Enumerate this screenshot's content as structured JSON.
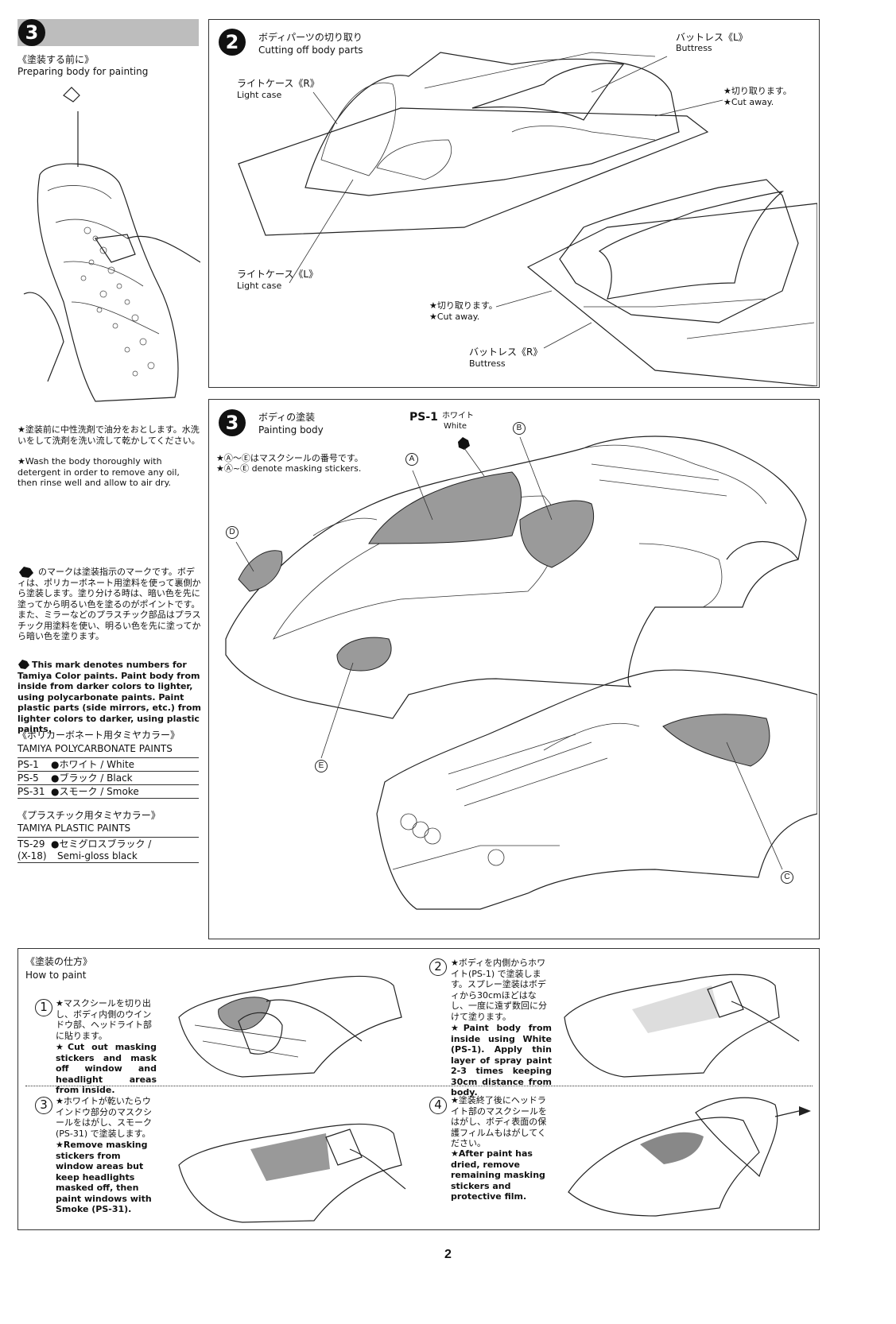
{
  "left": {
    "step_number": "3",
    "section_jp": "《塗装する前に》",
    "section_en": "Preparing body for painting",
    "wash_jp": "★塗装前に中性洗剤で油分をおとします。水洗いをして洗剤を洗い流して乾かしてください。",
    "wash_en": "★Wash the body thoroughly with detergent in order to remove any oil, then rinse well and allow to air dry.",
    "mark_jp": "のマークは塗装指示のマークです。ボディは、ポリカーボネート用塗料を使って裏側から塗装します。塗り分ける時は、暗い色を先に塗ってから明るい色を塗るのがポイントです。また、ミラーなどのプラスチック部品はプラスチック用塗料を使い、明るい色を先に塗ってから暗い色を塗ります。",
    "mark_en": "This mark denotes numbers for Tamiya Color paints. Paint body from inside from darker colors to lighter, using polycarbonate paints. Paint plastic parts (side mirrors, etc.) from lighter colors to darker, using plastic paints.",
    "poly_jp": "《ポリカーボネート用タミヤカラー》",
    "poly_en": "TAMIYA POLYCARBONATE PAINTS",
    "poly_paints": [
      {
        "code": "PS-1",
        "name": "●ホワイト / White"
      },
      {
        "code": "PS-5",
        "name": "●ブラック / Black"
      },
      {
        "code": "PS-31",
        "name": "●スモーク / Smoke"
      }
    ],
    "plastic_jp": "《プラスチック用タミヤカラー》",
    "plastic_en": "TAMIYA PLASTIC PAINTS",
    "plastic_code1": "TS-29",
    "plastic_code2": "(X-18)",
    "plastic_name_jp": "●セミグロスブラック /",
    "plastic_name_en": "Semi-gloss black"
  },
  "step2": {
    "number": "2",
    "title_jp": "ボディパーツの切り取り",
    "title_en": "Cutting off body parts",
    "light_r_jp": "ライトケース《R》",
    "light_r_en": "Light case",
    "light_l_jp": "ライトケース《L》",
    "light_l_en": "Light case",
    "buttress_l_jp": "バットレス《L》",
    "buttress_l_en": "Buttress",
    "buttress_r_jp": "バットレス《R》",
    "buttress_r_en": "Buttress",
    "cut1_jp": "★切り取ります。",
    "cut1_en": "★Cut away.",
    "cut2_jp": "★切り取ります。",
    "cut2_en": "★Cut away."
  },
  "step3": {
    "number": "3",
    "title_jp": "ボディの塗装",
    "title_en": "Painting body",
    "note_jp": "★Ⓐ〜Ⓔはマスクシールの番号です。",
    "note_en": "★Ⓐ~Ⓔ denote masking stickers.",
    "paint_code": "PS-1",
    "paint_jp": "ホワイト",
    "paint_en": "White",
    "labels": [
      "A",
      "B",
      "C",
      "D",
      "E"
    ]
  },
  "how": {
    "title_jp": "《塗装の仕方》",
    "title_en": "How to paint",
    "steps": [
      {
        "num": "1",
        "jp": "★マスクシールを切り出し、ボディ内側のウインドウ部、ヘッドライト部に貼ります。",
        "en": "★Cut out masking stickers and mask off window and headlight areas from inside."
      },
      {
        "num": "2",
        "jp": "★ボディを内側からホワイト(PS-1) で塗装します。スプレー塗装はボディから30cmほどはなし、一度に遠ず数回に分けて塗ります。",
        "en": "★Paint body from inside using White (PS-1). Apply thin layer of spray paint 2-3 times keeping 30cm distance from body."
      },
      {
        "num": "3",
        "jp": "★ホワイトが乾いたらウインドウ部分のマスクシールをはがし、スモーク(PS-31) で塗装します。",
        "en": "★Remove masking stickers from window areas but keep headlights masked off, then paint windows with Smoke (PS-31)."
      },
      {
        "num": "4",
        "jp": "★塗装終了後にヘッドライト部のマスクシールをはがし、ボディ表面の保護フィルムもはがしてください。",
        "en": "★After paint has dried, remove remaining masking stickers and protective film."
      }
    ]
  },
  "page_number": "2"
}
